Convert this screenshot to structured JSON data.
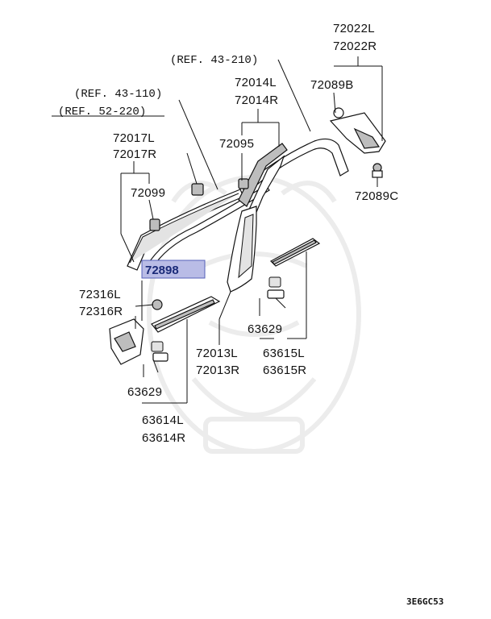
{
  "refs": {
    "ref_43_210": "(REF. 43-210)",
    "ref_43_110": "(REF. 43-110)",
    "ref_52_220": "(REF. 52-220)"
  },
  "parts": {
    "p72022L": "72022L",
    "p72022R": "72022R",
    "p72089B": "72089B",
    "p72014L": "72014L",
    "p72014R": "72014R",
    "p72095": "72095",
    "p72017L": "72017L",
    "p72017R": "72017R",
    "p72099": "72099",
    "p72089C": "72089C",
    "p72898": "72898",
    "p72316L": "72316L",
    "p72316R": "72316R",
    "p63629_right": "63629",
    "p72013L": "72013L",
    "p72013R": "72013R",
    "p63615L": "63615L",
    "p63615R": "63615R",
    "p63629_left": "63629",
    "p63614L": "63614L",
    "p63614R": "63614R"
  },
  "highlight": {
    "fill": "#b9bce6",
    "stroke": "#5560b8"
  },
  "diagram_code": "3E6GC53"
}
